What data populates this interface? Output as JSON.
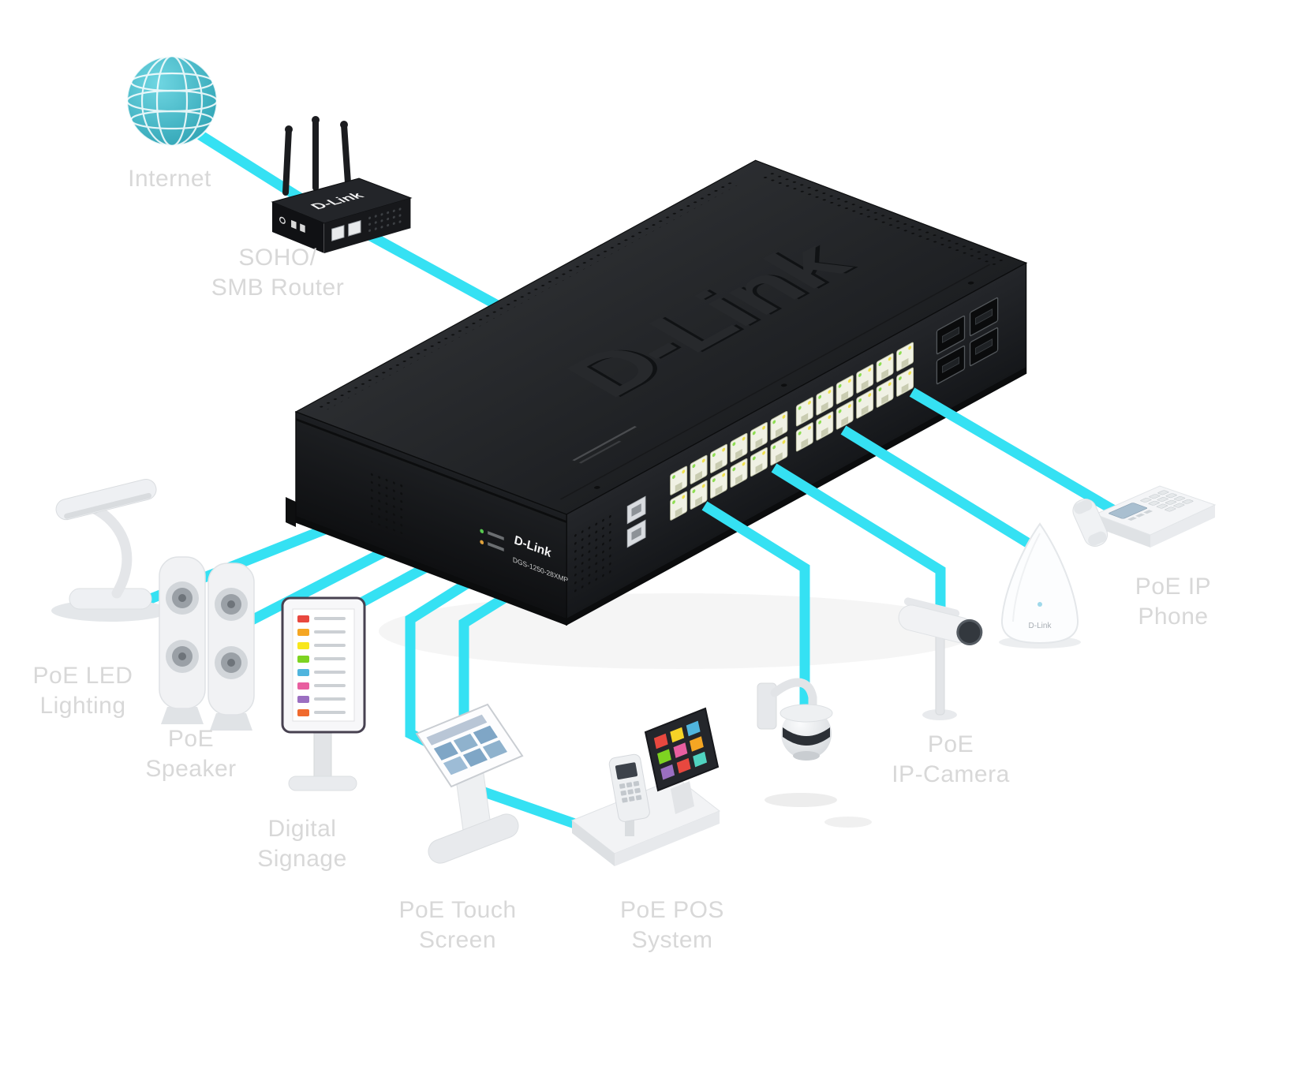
{
  "labels": {
    "internet": "Internet",
    "router": "SOHO/\nSMB Router",
    "led_lighting": "PoE LED\nLighting",
    "speaker": "PoE\nSpeaker",
    "digital_signage": "Digital\nSignage",
    "touch_screen": "PoE Touch\nScreen",
    "pos_system": "PoE POS\nSystem",
    "ip_camera": "PoE\nIP-Camera",
    "ip_phone": "PoE IP\nPhone"
  },
  "devices": {
    "router": {
      "brand": "D-Link"
    },
    "switch": {
      "brand_top": "D-Link",
      "brand_front": "D-Link",
      "model": "DGS-1250-28XMP"
    },
    "access_point": {
      "brand": "D-Link"
    }
  },
  "colors": {
    "link": "#35E1F3",
    "globe": "#3FB9C8",
    "label_text": "#D8D8D8"
  }
}
